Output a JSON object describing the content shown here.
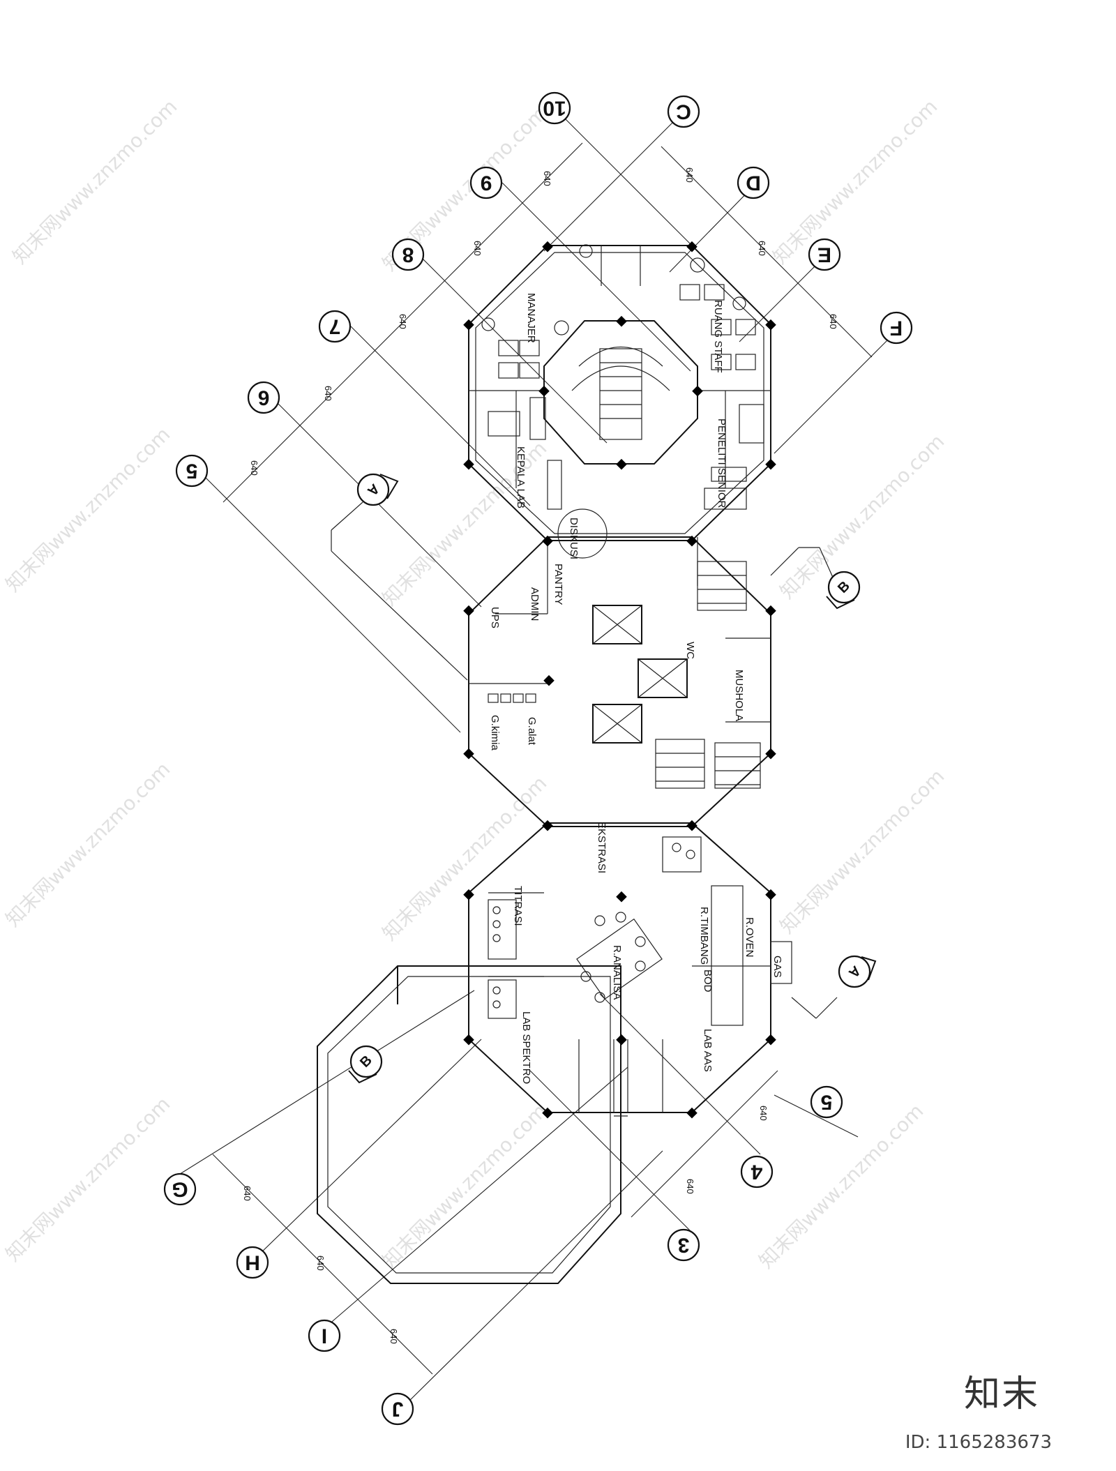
{
  "grid_bubbles_numbers": [
    "10",
    "9",
    "8",
    "7",
    "6",
    "5",
    "5",
    "4",
    "3"
  ],
  "grid_bubbles_letters": [
    "C",
    "D",
    "E",
    "F",
    "G",
    "H",
    "I",
    "J"
  ],
  "dimension": "640",
  "section_markers": [
    "A",
    "B",
    "B",
    "A"
  ],
  "rooms": {
    "ruang_staff": "RUANG STAFF",
    "peneliti_senior": "PENELITI SENIOR",
    "kepala_lab": "KEPALA LAB",
    "diskusi": "DISKUSI",
    "pantry": "PANTRY",
    "admin": "ADMIN",
    "ups": "UPS",
    "wc": "WC",
    "mushola": "MUSHOLA",
    "g_kimia": "G.kimia",
    "g_alat": "G.alat",
    "ekstrasi": "EKSTRASI",
    "titrasi": "TITRASI",
    "r_timbang": "R.TIMBANG",
    "r_oven": "R.OVEN",
    "bod": "BOD",
    "gas": "GAS",
    "r_analisa": "R.ANALISA",
    "lab_spektro": "LAB SPEKTRO",
    "lab_aas": "LAB AAS",
    "manajer": "MANAJER"
  },
  "watermark": "知末网www.znzmo.com",
  "brand": "知末",
  "id_label": "ID: 1165283673"
}
